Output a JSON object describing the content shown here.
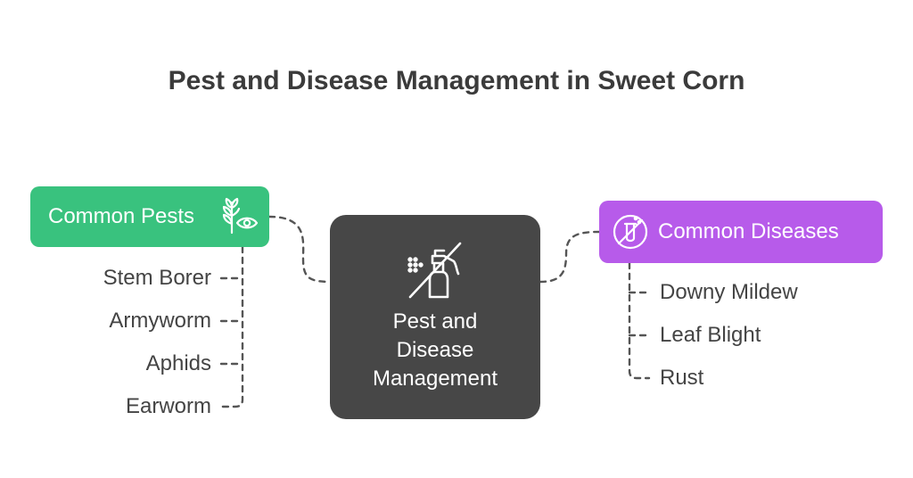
{
  "title": "Pest and Disease Management in Sweet Corn",
  "center": {
    "label_lines": [
      "Pest and",
      "Disease",
      "Management"
    ],
    "icon": "no-spray-bottle-icon"
  },
  "pests": {
    "label": "Common Pests",
    "icon": "plant-eye-icon",
    "color": "#39c27e",
    "items": [
      "Stem Borer",
      "Armyworm",
      "Aphids",
      "Earworm"
    ]
  },
  "diseases": {
    "label": "Common Diseases",
    "icon": "no-test-tube-icon",
    "color": "#b75bea",
    "items": [
      "Downy Mildew",
      "Leaf Blight",
      "Rust"
    ]
  },
  "colors": {
    "center": "#474747",
    "text": "#444444",
    "connector": "#555555"
  }
}
